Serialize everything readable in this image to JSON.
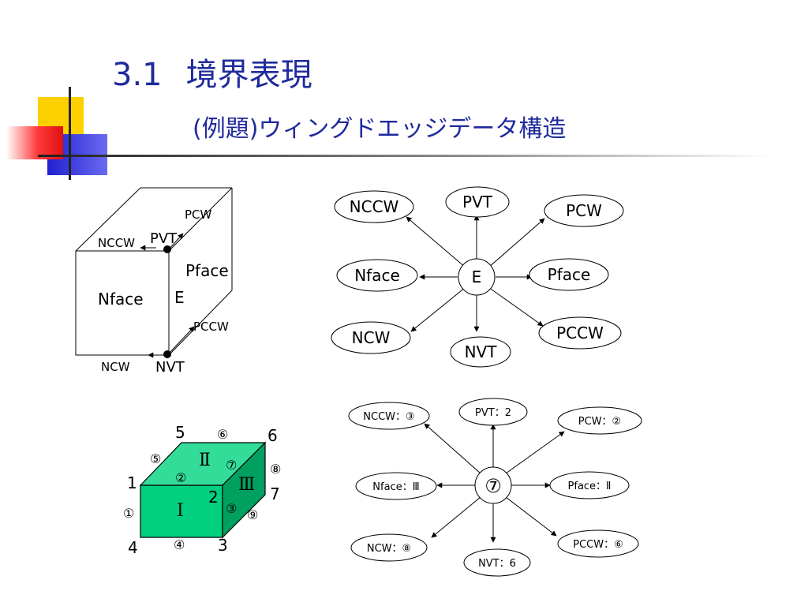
{
  "title": {
    "number": "3.1",
    "main": "境界表現",
    "sub": "(例題)ウィングドエッジデータ構造"
  },
  "cube_diagram": {
    "pcw": "PCW",
    "nccw": "NCCW",
    "pvt": "PVT",
    "pface": "Pface",
    "nface": "Nface",
    "e": "E",
    "pccw": "PCCW",
    "ncw": "NCW",
    "nvt": "NVT"
  },
  "star_generic": {
    "center": "E",
    "nccw": "NCCW",
    "pvt": "PVT",
    "pcw": "PCW",
    "nface": "Nface",
    "pface": "Pface",
    "ncw": "NCW",
    "nvt": "NVT",
    "pccw": "PCCW"
  },
  "green_cube": {
    "v5": "5",
    "v6": "6",
    "v1": "1",
    "v7": "7",
    "v2": "2",
    "v4": "4",
    "v3": "3",
    "e1": "①",
    "e2": "②",
    "e3": "③",
    "e4": "④",
    "e5": "⑤",
    "e6": "⑥",
    "e7": "⑦",
    "e8": "⑧",
    "e9": "⑨",
    "f1": "Ⅰ",
    "f2": "Ⅱ",
    "f3": "Ⅲ",
    "colors": {
      "front": "#00d080",
      "top": "#33dd99",
      "side": "#00a060"
    }
  },
  "star_example": {
    "center": "⑦",
    "nccw": "NCCW：③",
    "pvt": "PVT：2",
    "pcw": "PCW：②",
    "nface": "Nface：Ⅲ",
    "pface": "Pface：Ⅱ",
    "ncw": "NCW：⑧",
    "nvt": "NVT：6",
    "pccw": "PCCW：⑥"
  },
  "colors": {
    "title": "#1f2a9c",
    "decor_yellow": "#ffd000",
    "decor_red": "#ff3030",
    "decor_blue": "#2b2bd6"
  }
}
